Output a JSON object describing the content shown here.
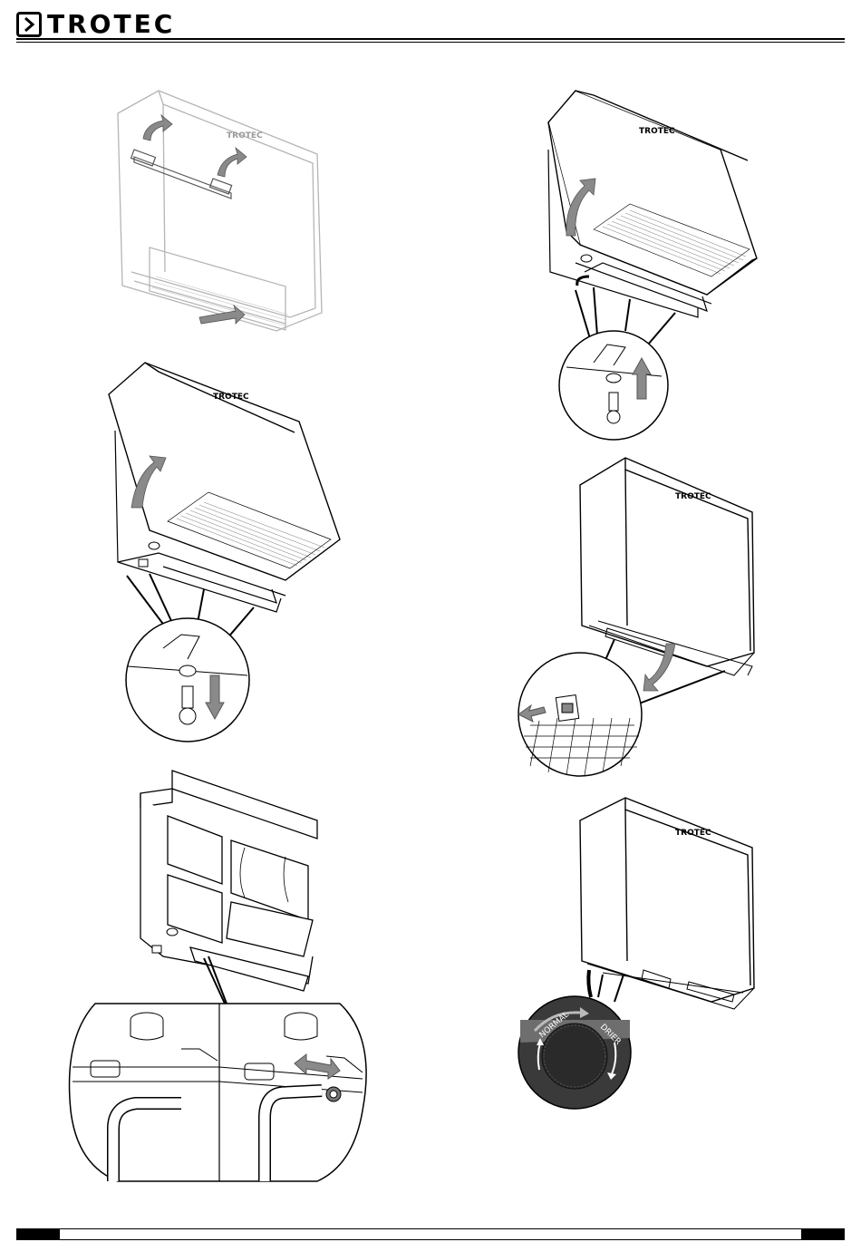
{
  "header": {
    "brand": "TROTEC"
  },
  "figures": {
    "fig1_brand": "TROTEC",
    "fig2_brand": "TROTEC",
    "fig3_brand": "TROTEC",
    "fig4_brand": "TROTEC",
    "fig6_brand": "TROTEC"
  },
  "dial": {
    "label_normal": "NORMAL",
    "label_drier": "DRIER"
  },
  "colors": {
    "ink": "#000000",
    "arrow_gray": "#8a8a8a",
    "faint": "#b0b0b0",
    "dial_dark": "#3a3a3a"
  }
}
